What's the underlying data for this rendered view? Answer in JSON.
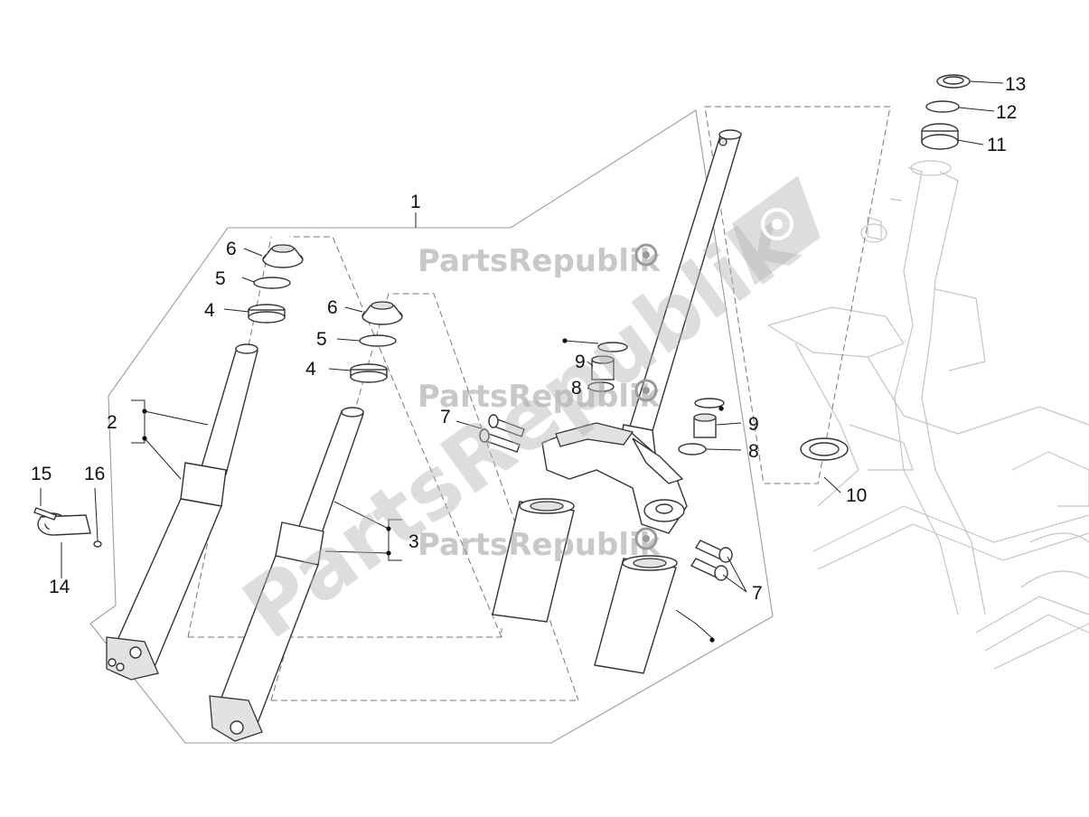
{
  "diagram": {
    "callouts": {
      "c1": "1",
      "c2": "2",
      "c3": "3",
      "c4a": "4",
      "c4b": "4",
      "c5a": "5",
      "c5b": "5",
      "c6a": "6",
      "c6b": "6",
      "c7a": "7",
      "c7b": "7",
      "c8a": "8",
      "c8b": "8",
      "c9a": "9",
      "c9b": "9",
      "c10": "10",
      "c11": "11",
      "c12": "12",
      "c13": "13",
      "c14": "14",
      "c15": "15",
      "c16": "16"
    },
    "watermark": {
      "small_1": "PartsRepublik",
      "small_2": "PartsRepublik",
      "small_3": "PartsRepublik",
      "big": "PartsRepublik"
    },
    "colors": {
      "watermark": "#9a9a9a",
      "line": "#333333",
      "frame": "#9b9b9b",
      "scooter_frame": "#c8c8c8"
    },
    "icons": [
      "gear-icon"
    ]
  }
}
